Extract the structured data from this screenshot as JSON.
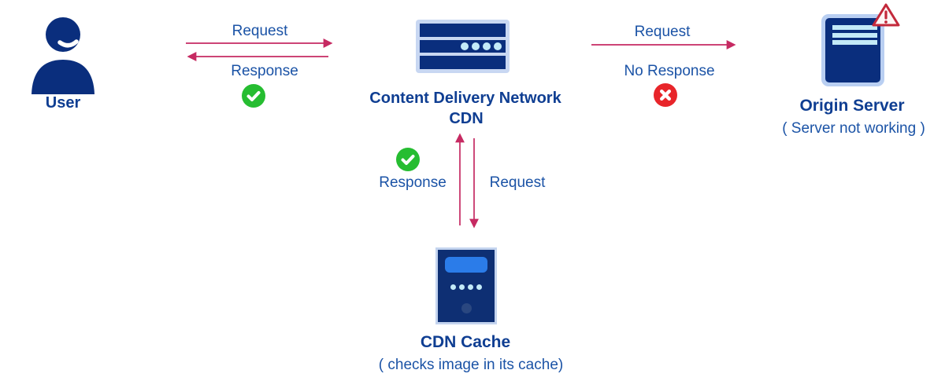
{
  "diagram": {
    "nodes": {
      "user": {
        "label": "User"
      },
      "cdn": {
        "label": "Content Delivery Network",
        "sublabel": "CDN"
      },
      "origin": {
        "label": "Origin Server",
        "sublabel": "( Server not working )"
      },
      "cache": {
        "label": "CDN Cache",
        "sublabel": "( checks image in its cache)"
      }
    },
    "edges": {
      "user_cdn": {
        "request": "Request",
        "response": "Response",
        "status": "success"
      },
      "cdn_origin": {
        "request": "Request",
        "response": "No Response",
        "status": "error"
      },
      "cdn_cache": {
        "request": "Request",
        "response": "Response",
        "status": "success"
      }
    },
    "colors": {
      "icon_navy": "#0a2e7d",
      "heading_text": "#0f3e92",
      "label_text": "#1b53a6",
      "arrow_crimson": "#c62a62",
      "success_green": "#26bd31",
      "error_red": "#e8252a",
      "panel_light_blue": "#c8d7f2",
      "pale_cyan": "#c3eaf8",
      "cache_bright_blue": "#2b7ce9",
      "warning_red": "#c3293b"
    }
  }
}
